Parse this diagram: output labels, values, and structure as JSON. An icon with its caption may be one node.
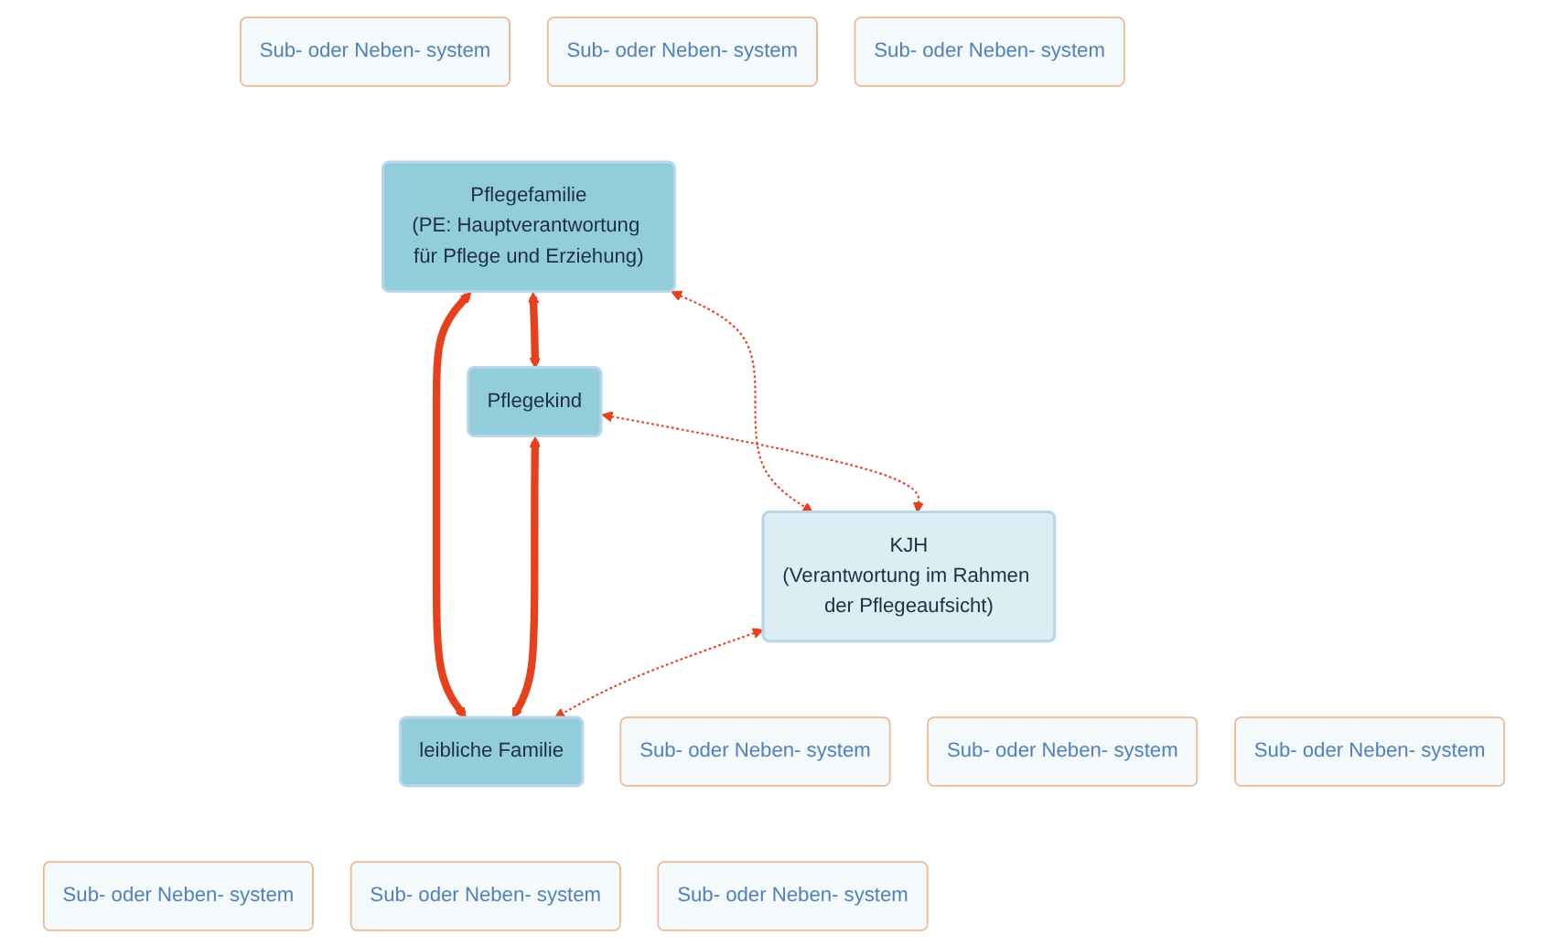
{
  "diagram": {
    "nodes": [
      {
        "text": [
          "Sub- oder Neben- system"
        ]
      },
      {
        "text": [
          "Sub- oder Neben- system"
        ]
      },
      {
        "text": [
          "Sub- oder Neben- system"
        ]
      },
      {
        "text": [
          "Pflegefamilie",
          "(PE: Hauptverantwortung für Pflege und Erziehung)"
        ]
      },
      {
        "text": [
          "Pflegekind"
        ]
      },
      {
        "text": [
          "KJH",
          "(Verantwortung im Rahmen der Pflegeaufsicht)"
        ]
      },
      {
        "text": [
          "leibliche Familie"
        ]
      },
      {
        "text": [
          "Sub- oder Neben- system"
        ]
      },
      {
        "text": [
          "Sub- oder Neben- system"
        ]
      },
      {
        "text": [
          "Sub- oder Neben- system"
        ]
      },
      {
        "text": [
          "Sub- oder Neben- system"
        ]
      },
      {
        "text": [
          "Sub- oder Neben- system"
        ]
      },
      {
        "text": [
          "Sub- oder Neben- system"
        ]
      }
    ],
    "edges": [
      {
        "from": 3,
        "to": 4,
        "arrow": "both",
        "style": "thick"
      },
      {
        "from": 3,
        "to": 6,
        "arrow": "both",
        "style": "thick"
      },
      {
        "from": 4,
        "to": 6,
        "arrow": "both",
        "style": "thick"
      },
      {
        "from": 3,
        "to": 5,
        "arrow": "both",
        "style": "dashed"
      },
      {
        "from": 4,
        "to": 5,
        "arrow": "both",
        "style": "dashed"
      },
      {
        "from": 5,
        "to": 6,
        "arrow": "both",
        "style": "dashed"
      }
    ]
  }
}
